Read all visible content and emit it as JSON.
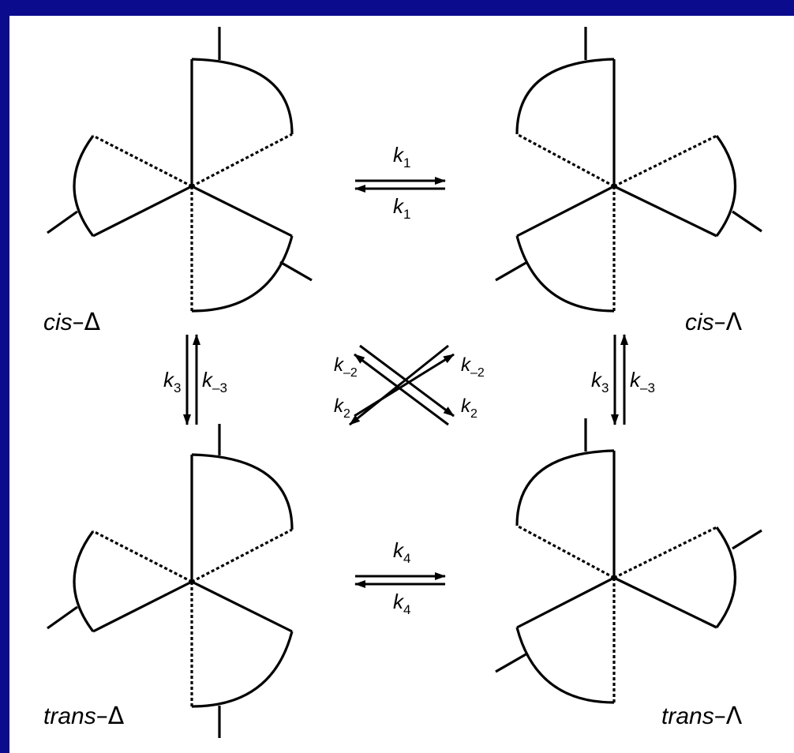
{
  "colors": {
    "frame": "#0b0b8e",
    "panel": "#ffffff",
    "ink": "#000000"
  },
  "labels": {
    "cis_delta": {
      "prefix": "cis",
      "symbol": "–Δ"
    },
    "cis_lambda": {
      "prefix": "cis",
      "symbol": "–Λ"
    },
    "trans_delta": {
      "prefix": "trans",
      "symbol": "–Δ"
    },
    "trans_lambda": {
      "prefix": "trans",
      "symbol": "–Λ"
    }
  },
  "rates": {
    "k1_forward": {
      "k": "k",
      "sub": "1"
    },
    "k1_reverse": {
      "k": "k",
      "sub": "1"
    },
    "k4_forward": {
      "k": "k",
      "sub": "4"
    },
    "k4_reverse": {
      "k": "k",
      "sub": "4"
    },
    "k3_left": {
      "k": "k",
      "sub": "3"
    },
    "km3_left": {
      "k": "k",
      "sub": "–3"
    },
    "k3_right": {
      "k": "k",
      "sub": "3"
    },
    "km3_right": {
      "k": "k",
      "sub": "–3"
    },
    "km2_upper_left": {
      "k": "k",
      "sub": "–2"
    },
    "km2_upper_right": {
      "k": "k",
      "sub": "–2"
    },
    "k2_lower_left": {
      "k": "k",
      "sub": "2"
    },
    "k2_lower_right": {
      "k": "k",
      "sub": "2"
    }
  }
}
